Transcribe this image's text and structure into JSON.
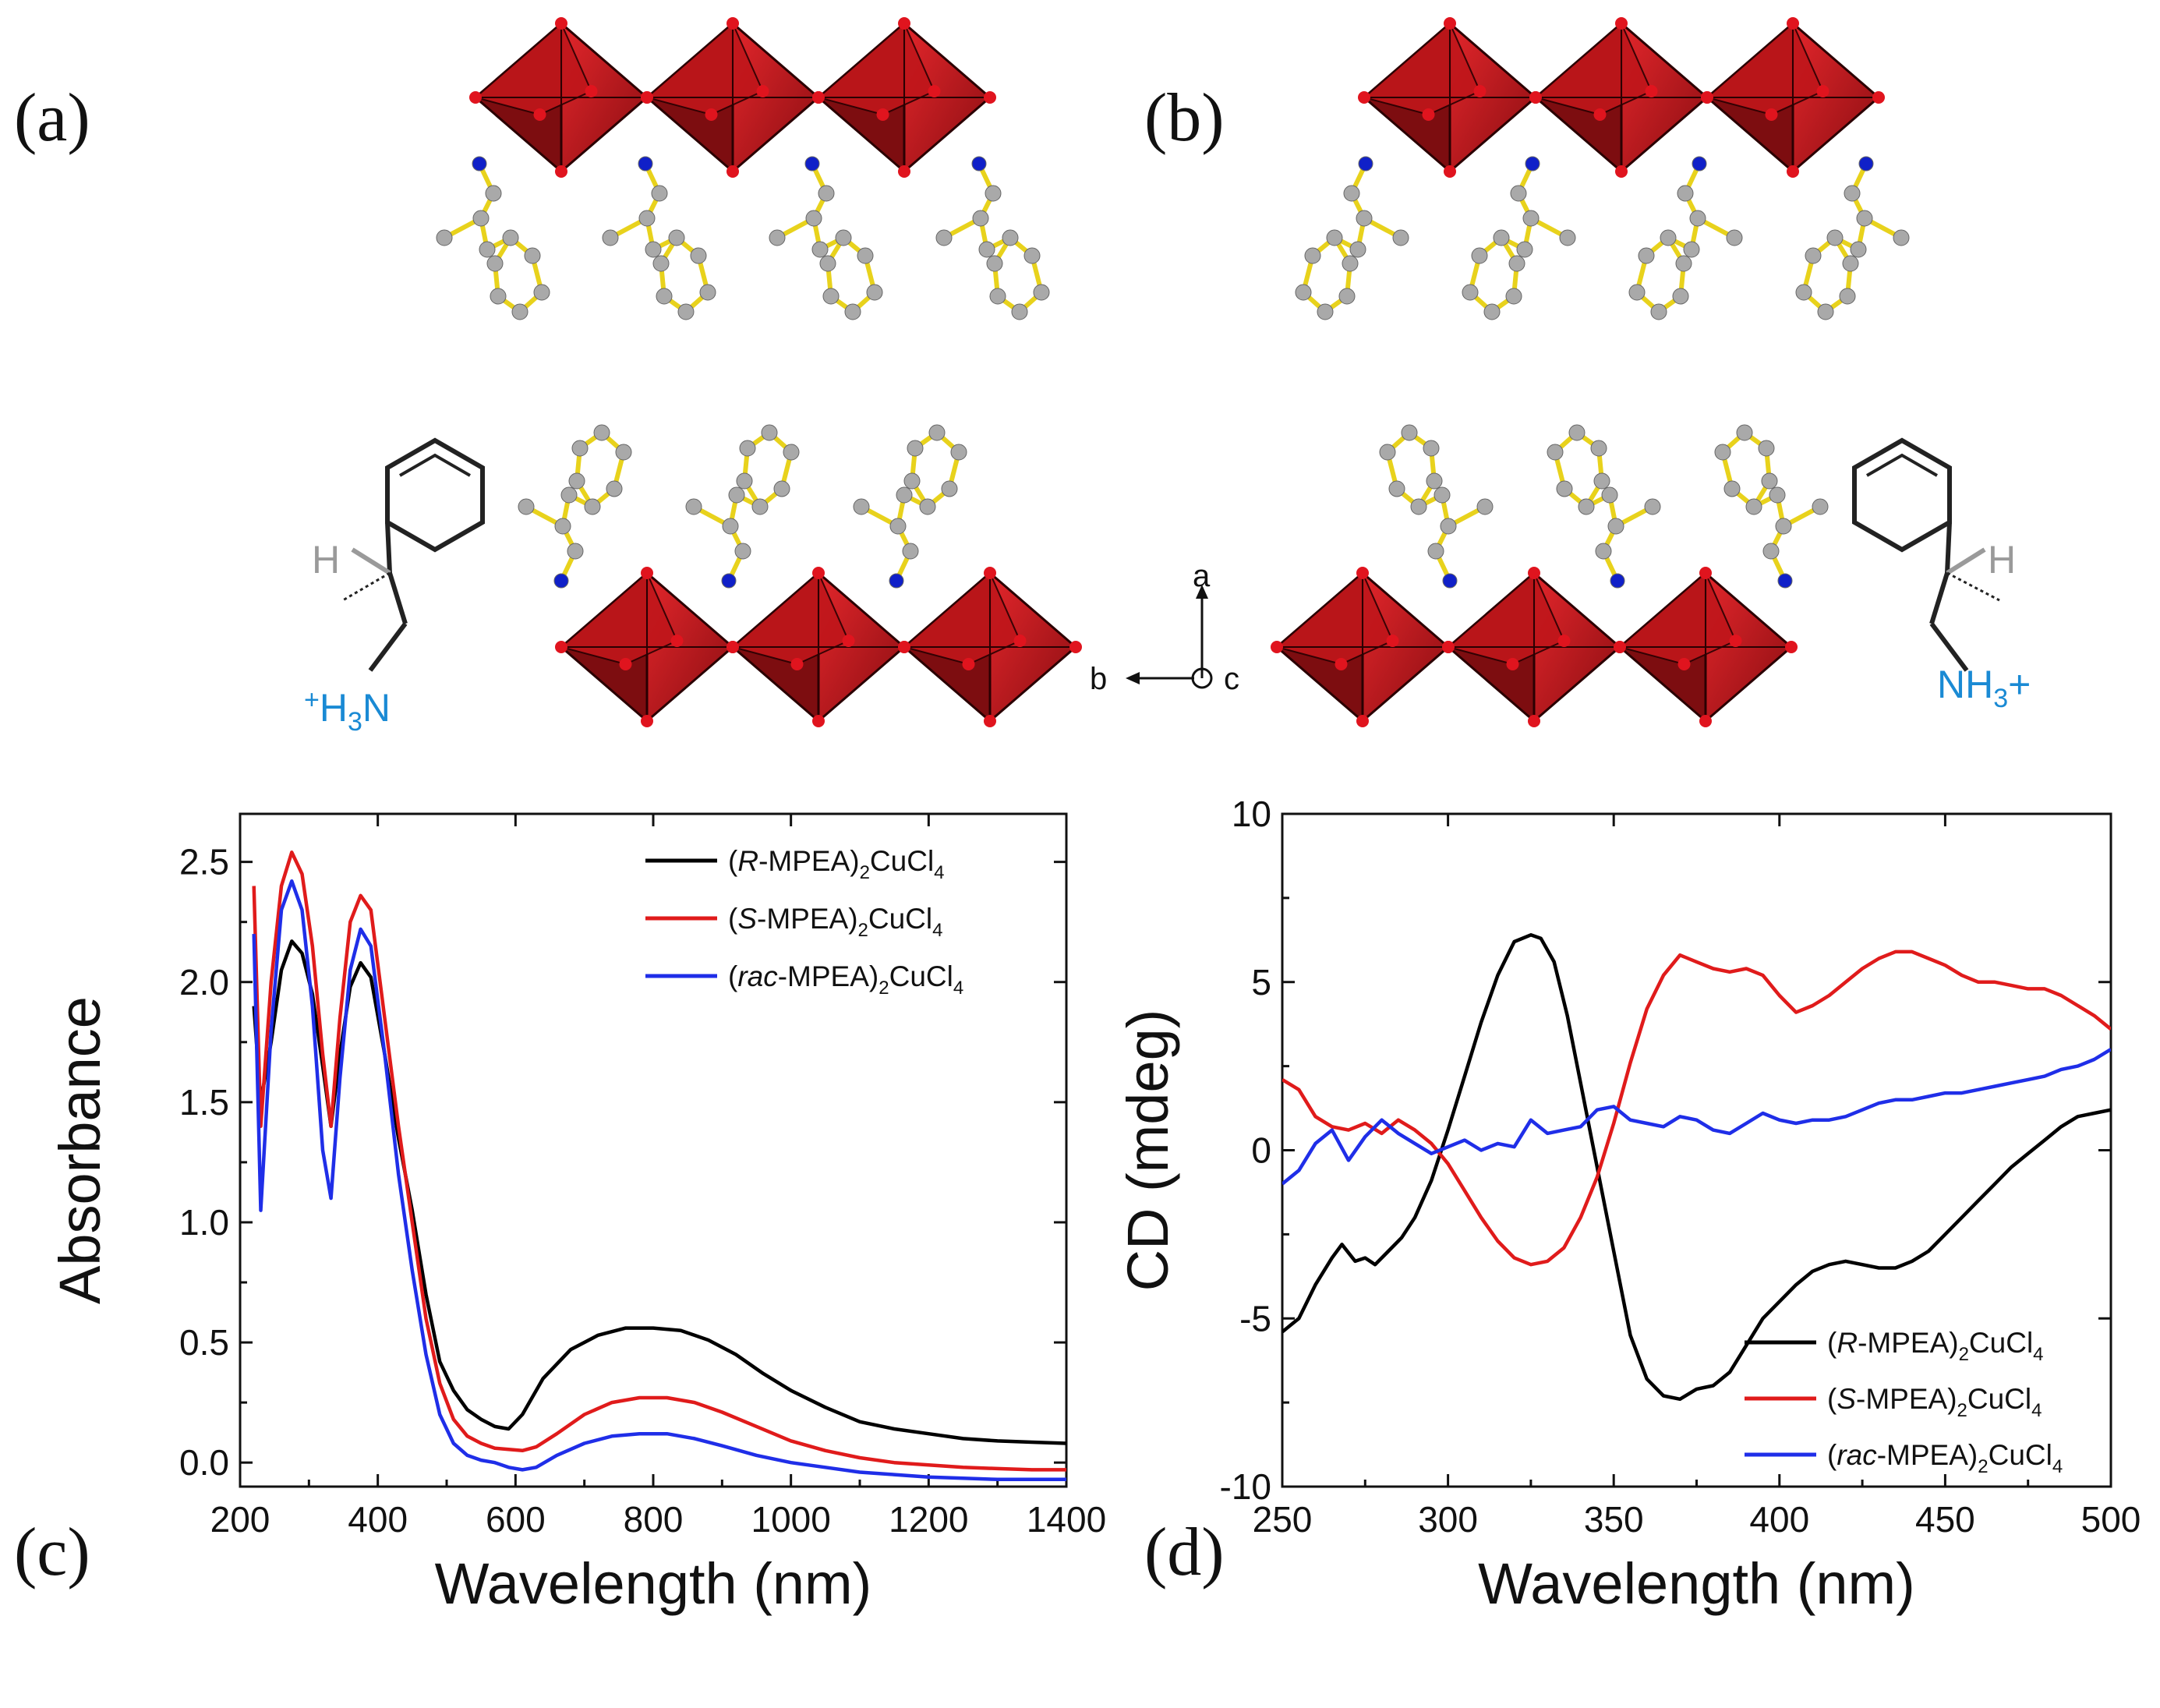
{
  "panels": {
    "a": "(a)",
    "b": "(b)",
    "c": "(c)",
    "d": "(d)"
  },
  "structure": {
    "axis_a": "a",
    "axis_b": "b",
    "axis_c": "c",
    "amine_left": {
      "pre": "+",
      "main": "H",
      "sub": "3",
      "tail": "N"
    },
    "amine_right": {
      "main": "NH",
      "sub": "3",
      "tail": "+"
    },
    "h_label": "H",
    "colors": {
      "octahedra": "#c0161b",
      "octahedra_dark": "#7d0d10",
      "chlorine": "#e0141e",
      "nitrogen": "#1020c8",
      "carbon": "#a9a9a9",
      "bond": "#e8d21c",
      "amine": "#1a8ad4"
    }
  },
  "chart_data": [
    {
      "type": "line",
      "panel": "(c)",
      "xlabel": "Wavelength (nm)",
      "ylabel": "Absorbance",
      "xlim": [
        200,
        1400
      ],
      "ylim": [
        -0.1,
        2.7
      ],
      "xticks": [
        "200",
        "400",
        "600",
        "800",
        "1000",
        "1200",
        "1400"
      ],
      "yticks": [
        "0.0",
        "0.5",
        "1.0",
        "1.5",
        "2.0",
        "2.5"
      ],
      "grid": false,
      "legend_position": "top-right",
      "series": [
        {
          "name": "(R-MPEA)2CuCl4",
          "name_parts": [
            "(",
            "R",
            "-MPEA)",
            "2",
            "CuCl",
            "4"
          ],
          "color": "#000000",
          "x": [
            220,
            230,
            245,
            260,
            275,
            290,
            305,
            320,
            332,
            345,
            360,
            375,
            390,
            410,
            430,
            450,
            470,
            490,
            510,
            530,
            550,
            570,
            590,
            610,
            640,
            680,
            720,
            760,
            800,
            840,
            880,
            920,
            960,
            1000,
            1050,
            1100,
            1150,
            1200,
            1250,
            1300,
            1350,
            1400
          ],
          "y": [
            1.9,
            1.5,
            1.75,
            2.05,
            2.17,
            2.12,
            1.95,
            1.65,
            1.4,
            1.7,
            1.98,
            2.08,
            2.02,
            1.7,
            1.35,
            1.05,
            0.7,
            0.42,
            0.3,
            0.22,
            0.18,
            0.15,
            0.14,
            0.2,
            0.35,
            0.47,
            0.53,
            0.56,
            0.56,
            0.55,
            0.51,
            0.45,
            0.37,
            0.3,
            0.23,
            0.17,
            0.14,
            0.12,
            0.1,
            0.09,
            0.085,
            0.08
          ]
        },
        {
          "name": "(S-MPEA)2CuCl4",
          "name_parts": [
            "(",
            "S",
            "-MPEA)",
            "2",
            "CuCl",
            "4"
          ],
          "color": "#e01b1b",
          "x": [
            220,
            230,
            245,
            260,
            275,
            290,
            305,
            320,
            332,
            345,
            360,
            375,
            390,
            410,
            430,
            450,
            470,
            490,
            510,
            530,
            550,
            570,
            590,
            610,
            630,
            660,
            700,
            740,
            780,
            820,
            860,
            900,
            950,
            1000,
            1050,
            1100,
            1150,
            1200,
            1250,
            1300,
            1350,
            1400
          ],
          "y": [
            2.4,
            1.4,
            2.0,
            2.4,
            2.54,
            2.45,
            2.15,
            1.7,
            1.4,
            1.85,
            2.25,
            2.36,
            2.3,
            1.85,
            1.4,
            1.0,
            0.6,
            0.33,
            0.18,
            0.11,
            0.08,
            0.06,
            0.055,
            0.05,
            0.065,
            0.12,
            0.2,
            0.25,
            0.27,
            0.27,
            0.25,
            0.21,
            0.15,
            0.09,
            0.05,
            0.02,
            0.0,
            -0.01,
            -0.02,
            -0.025,
            -0.03,
            -0.03
          ]
        },
        {
          "name": "(rac-MPEA)2CuCl4",
          "name_parts": [
            "(",
            "rac",
            "-MPEA)",
            "2",
            "CuCl",
            "4"
          ],
          "color": "#1f2ee8",
          "x": [
            220,
            230,
            245,
            260,
            275,
            290,
            305,
            320,
            332,
            345,
            360,
            375,
            390,
            410,
            430,
            450,
            470,
            490,
            510,
            530,
            550,
            570,
            590,
            610,
            630,
            660,
            700,
            740,
            780,
            820,
            860,
            900,
            950,
            1000,
            1050,
            1100,
            1150,
            1200,
            1250,
            1300,
            1350,
            1400
          ],
          "y": [
            2.2,
            1.05,
            1.8,
            2.3,
            2.42,
            2.3,
            1.9,
            1.3,
            1.1,
            1.6,
            2.05,
            2.22,
            2.15,
            1.7,
            1.2,
            0.8,
            0.45,
            0.2,
            0.08,
            0.03,
            0.01,
            0.0,
            -0.02,
            -0.03,
            -0.02,
            0.03,
            0.08,
            0.11,
            0.12,
            0.12,
            0.1,
            0.07,
            0.03,
            0.0,
            -0.02,
            -0.04,
            -0.05,
            -0.06,
            -0.065,
            -0.07,
            -0.07,
            -0.07
          ]
        }
      ]
    },
    {
      "type": "line",
      "panel": "(d)",
      "xlabel": "Wavelength (nm)",
      "ylabel": "CD (mdeg)",
      "xlim": [
        250,
        500
      ],
      "ylim": [
        -10,
        10
      ],
      "xticks": [
        "250",
        "300",
        "350",
        "400",
        "450",
        "500"
      ],
      "yticks": [
        "-10",
        "-5",
        "0",
        "5",
        "10"
      ],
      "grid": false,
      "legend_position": "bottom-right",
      "series": [
        {
          "name": "(R-MPEA)2CuCl4",
          "name_parts": [
            "(",
            "R",
            "-MPEA)",
            "2",
            "CuCl",
            "4"
          ],
          "color": "#000000",
          "x": [
            250,
            255,
            260,
            265,
            268,
            272,
            275,
            278,
            282,
            286,
            290,
            295,
            300,
            305,
            310,
            315,
            320,
            325,
            328,
            332,
            336,
            340,
            345,
            350,
            355,
            360,
            365,
            370,
            375,
            380,
            385,
            390,
            395,
            400,
            405,
            410,
            415,
            420,
            425,
            430,
            435,
            440,
            445,
            450,
            455,
            460,
            465,
            470,
            475,
            480,
            485,
            490,
            495,
            500
          ],
          "y": [
            -5.4,
            -5.0,
            -4.0,
            -3.2,
            -2.8,
            -3.3,
            -3.2,
            -3.4,
            -3.0,
            -2.6,
            -2.0,
            -0.9,
            0.6,
            2.2,
            3.8,
            5.2,
            6.2,
            6.4,
            6.3,
            5.6,
            4.0,
            2.0,
            -0.5,
            -3.0,
            -5.5,
            -6.8,
            -7.3,
            -7.4,
            -7.1,
            -7.0,
            -6.6,
            -5.8,
            -5.0,
            -4.5,
            -4.0,
            -3.6,
            -3.4,
            -3.3,
            -3.4,
            -3.5,
            -3.5,
            -3.3,
            -3.0,
            -2.5,
            -2.0,
            -1.5,
            -1.0,
            -0.5,
            -0.1,
            0.3,
            0.7,
            1.0,
            1.1,
            1.2
          ]
        },
        {
          "name": "(S-MPEA)2CuCl4",
          "name_parts": [
            "(",
            "S",
            "-MPEA)",
            "2",
            "CuCl",
            "4"
          ],
          "color": "#e01b1b",
          "x": [
            250,
            255,
            260,
            265,
            270,
            275,
            280,
            285,
            290,
            295,
            300,
            305,
            310,
            315,
            320,
            325,
            330,
            335,
            340,
            345,
            350,
            355,
            360,
            365,
            370,
            375,
            380,
            385,
            390,
            395,
            400,
            405,
            410,
            415,
            420,
            425,
            430,
            435,
            440,
            445,
            450,
            455,
            460,
            465,
            470,
            475,
            480,
            485,
            490,
            495,
            500
          ],
          "y": [
            2.1,
            1.8,
            1.0,
            0.7,
            0.6,
            0.8,
            0.5,
            0.9,
            0.6,
            0.2,
            -0.4,
            -1.2,
            -2.0,
            -2.7,
            -3.2,
            -3.4,
            -3.3,
            -2.9,
            -2.0,
            -0.8,
            0.8,
            2.6,
            4.2,
            5.2,
            5.8,
            5.6,
            5.4,
            5.3,
            5.4,
            5.2,
            4.6,
            4.1,
            4.3,
            4.6,
            5.0,
            5.4,
            5.7,
            5.9,
            5.9,
            5.7,
            5.5,
            5.2,
            5.0,
            5.0,
            4.9,
            4.8,
            4.8,
            4.6,
            4.3,
            4.0,
            3.6
          ]
        },
        {
          "name": "(rac-MPEA)2CuCl4",
          "name_parts": [
            "(",
            "rac",
            "-MPEA)",
            "2",
            "CuCl",
            "4"
          ],
          "color": "#1f2ee8",
          "x": [
            250,
            255,
            260,
            265,
            270,
            275,
            280,
            285,
            290,
            295,
            300,
            305,
            310,
            315,
            320,
            325,
            330,
            335,
            340,
            345,
            350,
            355,
            360,
            365,
            370,
            375,
            380,
            385,
            390,
            395,
            400,
            405,
            410,
            415,
            420,
            425,
            430,
            435,
            440,
            445,
            450,
            455,
            460,
            465,
            470,
            475,
            480,
            485,
            490,
            495,
            500
          ],
          "y": [
            -1.0,
            -0.6,
            0.2,
            0.6,
            -0.3,
            0.4,
            0.9,
            0.5,
            0.2,
            -0.1,
            0.1,
            0.3,
            0.0,
            0.2,
            0.1,
            0.9,
            0.5,
            0.6,
            0.7,
            1.2,
            1.3,
            0.9,
            0.8,
            0.7,
            1.0,
            0.9,
            0.6,
            0.5,
            0.8,
            1.1,
            0.9,
            0.8,
            0.9,
            0.9,
            1.0,
            1.2,
            1.4,
            1.5,
            1.5,
            1.6,
            1.7,
            1.7,
            1.8,
            1.9,
            2.0,
            2.1,
            2.2,
            2.4,
            2.5,
            2.7,
            3.0
          ]
        }
      ]
    }
  ]
}
